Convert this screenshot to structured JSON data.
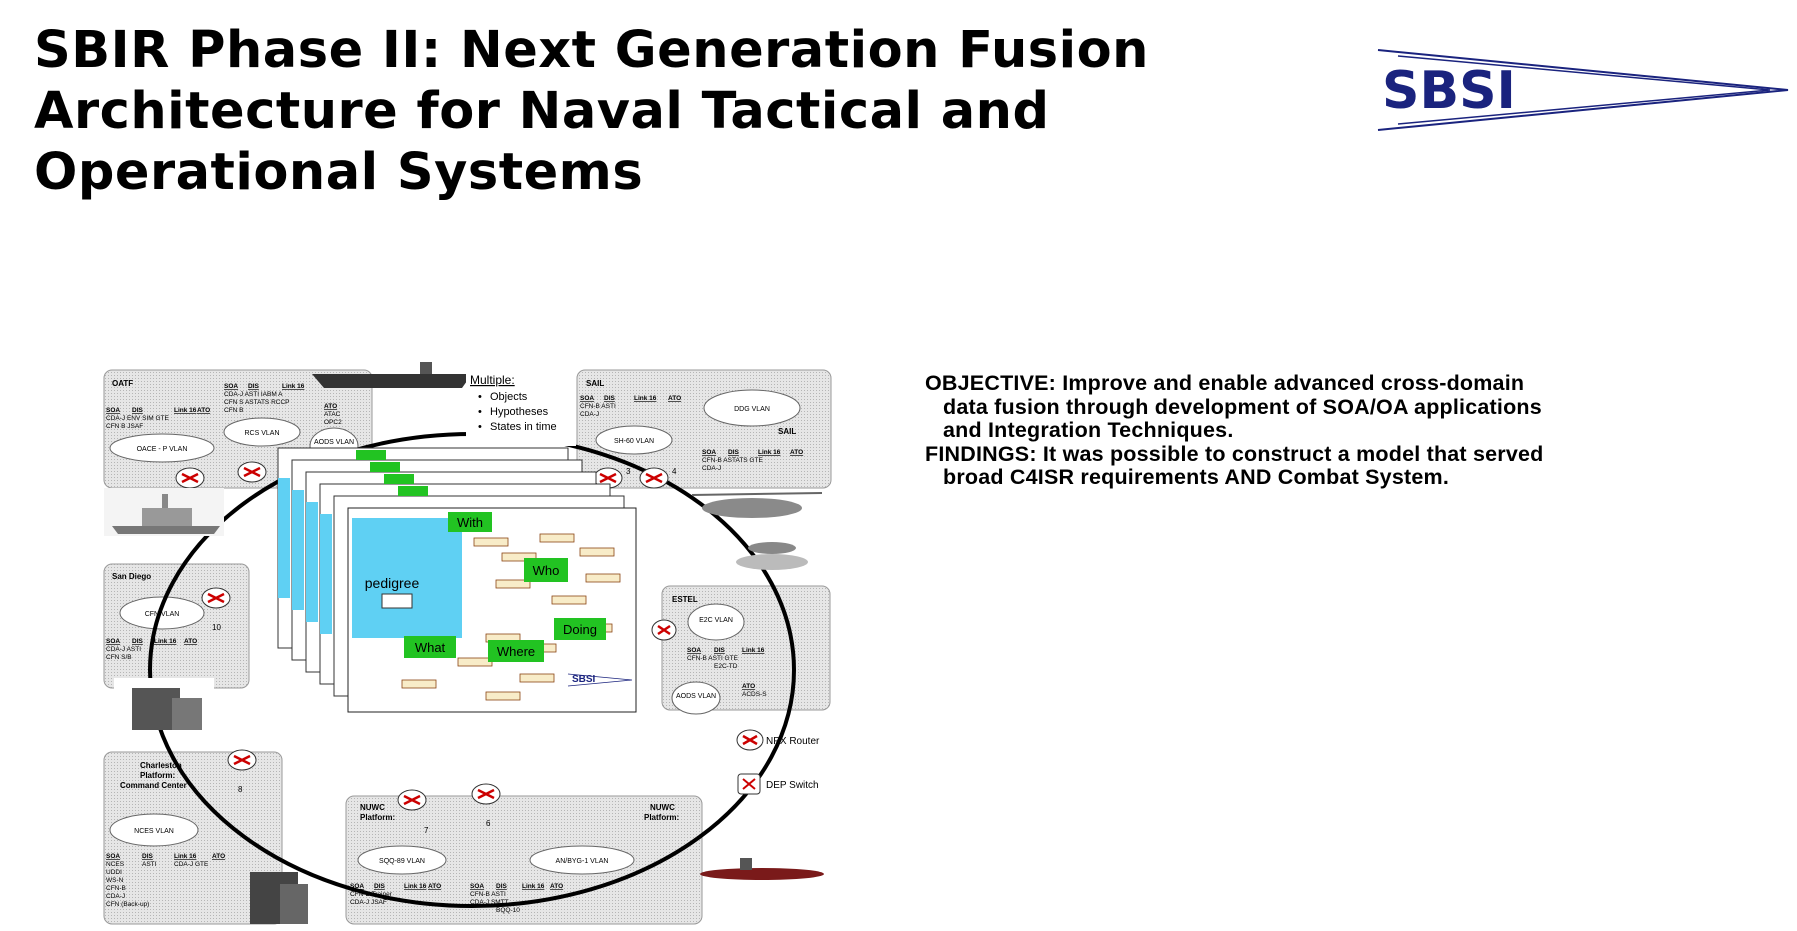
{
  "title": {
    "line1": "SBIR Phase II:  Next Generation Fusion",
    "line2": "Architecture for Naval Tactical and",
    "line3": "Operational Systems"
  },
  "logo": {
    "text": "SBSI",
    "color": "#1a237e"
  },
  "diagram": {
    "regions": {
      "oatf": {
        "name": "OATF",
        "vlans": [
          "OACE - P VLAN",
          "RCS VLAN",
          "AODS VLAN"
        ]
      },
      "sail": {
        "name": "SAIL",
        "name2": "SAIL",
        "vlans": [
          "DDG VLAN",
          "SH-60 VLAN"
        ]
      },
      "san_diego": {
        "name": "San Diego",
        "vlans": [
          "CFN VLAN"
        ]
      },
      "estel": {
        "name": "ESTEL",
        "vlans": [
          "E2C VLAN",
          "AODS VLAN"
        ]
      },
      "charleston": {
        "name_lines": [
          "Charleston",
          "Platform:",
          "Command Center"
        ],
        "vlans": [
          "NCES VLAN"
        ]
      },
      "nuwc_left": {
        "name_lines": [
          "NUWC",
          "Platform:"
        ],
        "vlans": [
          "SQQ-89 VLAN"
        ]
      },
      "nuwc_right": {
        "name_lines": [
          "NUWC",
          "Platform:"
        ],
        "vlans": [
          "AN/BYG-1 VLAN"
        ]
      }
    },
    "router_numbers": [
      "3",
      "4",
      "6",
      "7",
      "8",
      "10"
    ],
    "column_headers": [
      "SOA",
      "DIS",
      "Link 16",
      "ATO"
    ],
    "small_lists": {
      "oatf_top": [
        "CDA-J  ASTI   IABM A",
        "CFN S  ASTATS RCCP",
        "CFN B"
      ],
      "oatf_left": [
        "CDA-J  ENV  SIM  GTE",
        "CFN B  JSAF"
      ],
      "oatf_ato": [
        "ATAC",
        "OPC2"
      ],
      "sail_top": [
        "CFN-B  ASTI",
        "CDA-J"
      ],
      "sail_bottom": [
        "CFN-B  ASTATS GTE",
        "CDA-J"
      ],
      "san_diego": [
        "CDA-J  ASTI",
        "CFN S/B"
      ],
      "estel": [
        "CFN-B  ASTI   GTE",
        "E2C-TD",
        "ACDS-S"
      ],
      "charleston": [
        "NCES",
        "UDDI",
        "WS-N",
        "CFN-B",
        "CDA-J",
        "CFN (Back-up)"
      ],
      "charleston_cols": [
        "ASTI",
        "CDA-J GTE"
      ],
      "nuwc_left": [
        "CFN-B  Trainer",
        "CDA-J  JSAF"
      ],
      "nuwc_right": [
        "CFN-B  ASTI",
        "CDA-J  SMTT",
        "BQQ-10"
      ]
    },
    "multiple_box": {
      "title": "Multiple:",
      "items": [
        "Objects",
        "Hypotheses",
        "States in time"
      ]
    },
    "labels": {
      "with": "With",
      "who": "Who",
      "doing": "Doing",
      "what": "What",
      "where": "Where",
      "pedigree": "pedigree",
      "mini_logo": "SBSI"
    },
    "legend": {
      "router": "NPX Router",
      "switch": "DEP Switch"
    },
    "colors": {
      "green": "#22c322",
      "cyan": "#5fd0f3",
      "region_fill": "#d9d9d9",
      "ring": "#000000"
    }
  },
  "text": {
    "objective_lines": [
      "OBJECTIVE: Improve and enable advanced cross-domain",
      "data fusion through development of SOA/OA applications",
      "and Integration Techniques."
    ],
    "findings_lines": [
      "FINDINGS:  It was possible to construct a model that served",
      "broad C4ISR requirements AND Combat System."
    ]
  }
}
